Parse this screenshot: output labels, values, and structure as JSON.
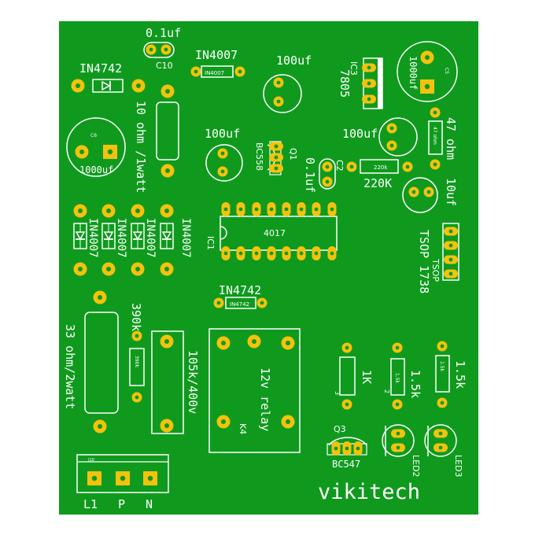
{
  "board": {
    "colors": {
      "board": "#0f9a1d",
      "pad": "#f4c20d",
      "silk": "#ffffff",
      "background": "#ffffff",
      "hole": "#0f9a1d"
    },
    "brand": "vikitech"
  },
  "labels": {
    "c10_value": "0.1uf",
    "c10_ref": "C10",
    "d_top_value": "IN4007",
    "d_top_body": "IN4007",
    "d_zener_value": "IN4742",
    "r_10ohm_value": "10 ohm /1watt",
    "c_1000uf_left_value": "1000uf",
    "c_1000uf_left_ref": "C6",
    "c_100uf_top_value": "100uf",
    "c_100uf_mid_value": "100uf",
    "ic3_ref": "IC3",
    "ic3_value": "7805",
    "c_1000uf_right_value": "1000uf",
    "c_1000uf_right_ref": "C5",
    "c_100uf_right_value": "100uf",
    "r_47ohm_value": "47 ohm",
    "r_47ohm_body": "47 ohm",
    "q1_ref": "Q1",
    "q1_value": "BC558",
    "c2_value": "0.1uf",
    "c2_ref": "C2",
    "r_220k_body": "220k",
    "r_220k_value": "220K",
    "c_10uf_value": "10uf",
    "bridge_d1": "IN4007",
    "bridge_d2": "IN4007",
    "bridge_d3": "IN4007",
    "bridge_d4": "IN4007",
    "ic1_ref": "IC1",
    "ic1_value": "4017",
    "tsop_value": "TSOP 1738",
    "tsop_ref": "TSOP",
    "d_zener2_value": "IN4742",
    "d_zener2_body": "IN4742",
    "r_33ohm_value": "33 ohm/2watt",
    "r_390k_value": "390k",
    "r_390k_body": "390k",
    "c_105k_value": "105k/400v",
    "relay_value": "12v relay",
    "relay_ref": "K4",
    "r_1k_value": "1K",
    "r_1k_ref": "3",
    "r_15k_a_value": "1.5k",
    "r_15k_a_body": "1.5k",
    "r_15k_a_ref": "2",
    "r_15k_b_value": "1.5k",
    "r_15k_b_body": "1.5k",
    "q3_ref": "Q3",
    "q3_value": "BC547",
    "led2_ref": "LED2",
    "led3_ref": "LED3",
    "terminal_ref": "J10",
    "terminal_l1": "L1",
    "terminal_p": "P",
    "terminal_n": "N"
  }
}
